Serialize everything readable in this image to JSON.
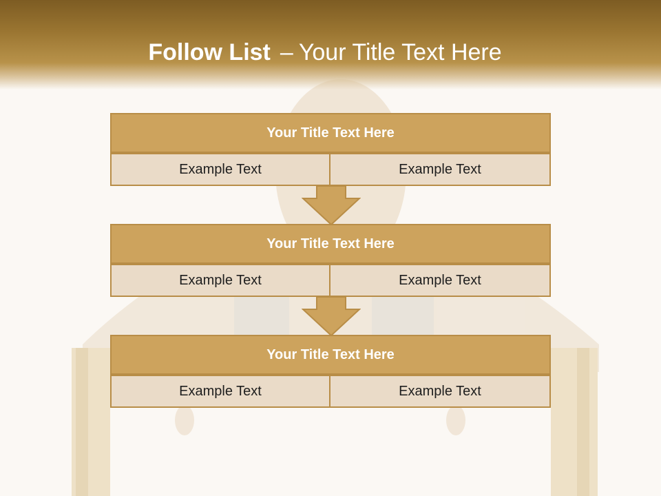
{
  "slide": {
    "title_bold": "Follow List",
    "title_dash": "–",
    "title_rest": "Your Title Text Here"
  },
  "steps": [
    {
      "title": "Your Title Text Here",
      "left": "Example Text",
      "right": "Example Text"
    },
    {
      "title": "Your Title Text Here",
      "left": "Example Text",
      "right": "Example Text"
    },
    {
      "title": "Your Title Text Here",
      "left": "Example Text",
      "right": "Example Text"
    }
  ],
  "colors": {
    "header": "#9a7531",
    "title_box": "#cda35d",
    "cell_box": "#eadbc8",
    "border": "#b88d47"
  }
}
